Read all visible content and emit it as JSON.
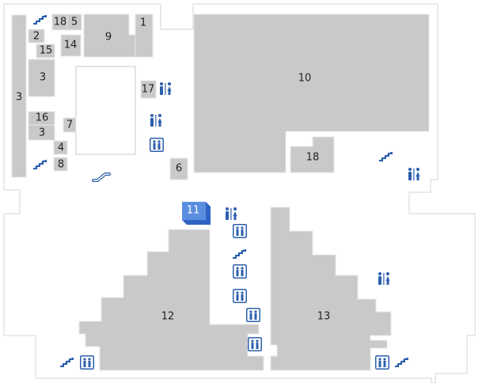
{
  "colors": {
    "background": "#ffffff",
    "outline": "#d4d4d4",
    "store": "#c9c9c9",
    "store_border": "#e8e8e8",
    "label": "#222222",
    "highlight": "#5b8ee0",
    "highlight_side": "#2f63c4",
    "highlight_label": "#ffffff",
    "icon": "#2b5fad"
  },
  "stores": {
    "s1": "1",
    "s2": "2",
    "s3a": "3",
    "s3b": "3",
    "s3c": "3",
    "s4": "4",
    "s5": "5",
    "s6": "6",
    "s7": "7",
    "s8": "8",
    "s9": "9",
    "s10": "10",
    "s11": "11",
    "s12": "12",
    "s13": "13",
    "s14": "14",
    "s15": "15",
    "s16": "16",
    "s17": "17",
    "s18a": "18",
    "s18b": "18"
  },
  "highlighted_store": "11",
  "icons": {
    "restroom": "restroom-icon",
    "elevator": "elevator-icon",
    "stairs": "stairs-icon",
    "escalator": "escalator-icon"
  }
}
